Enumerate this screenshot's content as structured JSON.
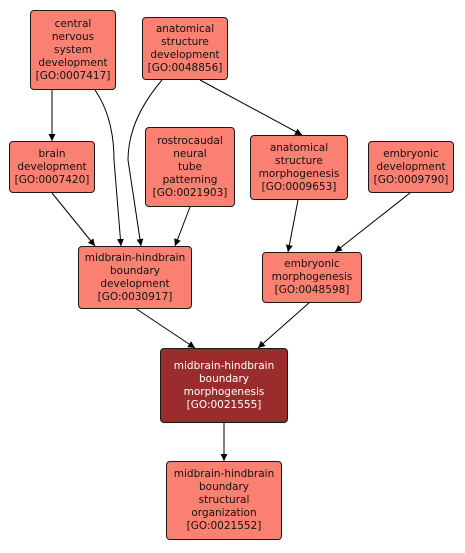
{
  "colors": {
    "node_fill": "#fa8072",
    "focus_fill": "#9b2c2c",
    "border": "#1a1a1a",
    "edge": "#000000"
  },
  "nodes": {
    "cns": {
      "lines": [
        "central",
        "nervous",
        "system",
        "development",
        "[GO:0007417]"
      ]
    },
    "asd": {
      "lines": [
        "anatomical",
        "structure",
        "development",
        "[GO:0048856]"
      ]
    },
    "brain": {
      "lines": [
        "brain",
        "development",
        "[GO:0007420]"
      ]
    },
    "rntp": {
      "lines": [
        "rostrocaudal",
        "neural",
        "tube",
        "patterning",
        "[GO:0021903]"
      ]
    },
    "asm": {
      "lines": [
        "anatomical",
        "structure",
        "morphogenesis",
        "[GO:0009653]"
      ]
    },
    "ed": {
      "lines": [
        "embryonic",
        "development",
        "[GO:0009790]"
      ]
    },
    "mhbd": {
      "lines": [
        "midbrain-hindbrain",
        "boundary",
        "development",
        "[GO:0030917]"
      ]
    },
    "em": {
      "lines": [
        "embryonic",
        "morphogenesis",
        "[GO:0048598]"
      ]
    },
    "mhbm": {
      "lines": [
        "midbrain-hindbrain",
        "boundary",
        "morphogenesis",
        "[GO:0021555]"
      ]
    },
    "mhbso": {
      "lines": [
        "midbrain-hindbrain",
        "boundary",
        "structural",
        "organization",
        "[GO:0021552]"
      ]
    }
  }
}
